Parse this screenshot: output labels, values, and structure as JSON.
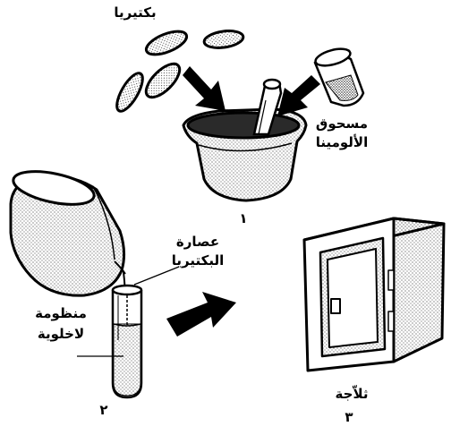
{
  "labels": {
    "bacteria": "بكتيريا",
    "alumina_line1": "مسحوق",
    "alumina_line2": "الألومينا",
    "juice_line1": "عصارة",
    "juice_line2": "البكتيريا",
    "cellfree_line1": "منظومة",
    "cellfree_line2": "لاخلوية",
    "fridge": "ثلاّجة"
  },
  "steps": {
    "one": "١",
    "two": "٢",
    "three": "٣"
  },
  "colors": {
    "ink": "#000000",
    "paper": "#ffffff"
  }
}
